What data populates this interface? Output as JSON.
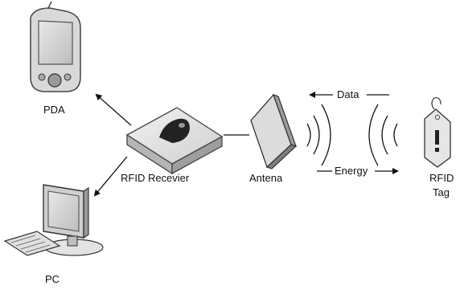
{
  "diagram": {
    "labels": {
      "pda": "PDA",
      "pc": "PC",
      "reader": "RFID Recevier",
      "antenna": "Antena",
      "data": "Data",
      "energy": "Energy",
      "tag_line1": "RFID",
      "tag_line2": "Tag"
    },
    "icons": {
      "pda": "pda-device-icon",
      "pc": "desktop-computer-icon",
      "reader": "rfid-reader-icon",
      "antenna": "antenna-panel-icon",
      "tag": "rfid-tag-icon",
      "waves_out": "radio-waves-icon",
      "waves_in": "radio-waves-icon"
    }
  }
}
